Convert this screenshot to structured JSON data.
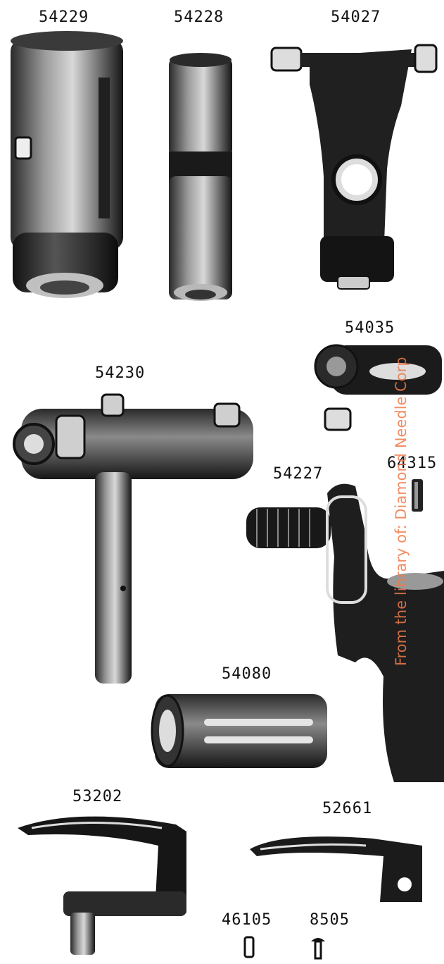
{
  "part_numbers": {
    "p54229": "54229",
    "p54228": "54228",
    "p54027": "54027",
    "p54035": "54035",
    "p54230": "54230",
    "p54227": "54227",
    "p64315": "64315",
    "p54080": "54080",
    "p53202": "53202",
    "p52661": "52661",
    "p46105": "46105",
    "p8505": "8505"
  },
  "watermark": "From the library of: Diamond Needle Corp",
  "colors": {
    "ink": "#111111",
    "metal_dark": "#1c1c1c",
    "metal_mid": "#6a6a6a",
    "metal_light": "#c9c9c9",
    "watermark": "#f07a4a"
  }
}
